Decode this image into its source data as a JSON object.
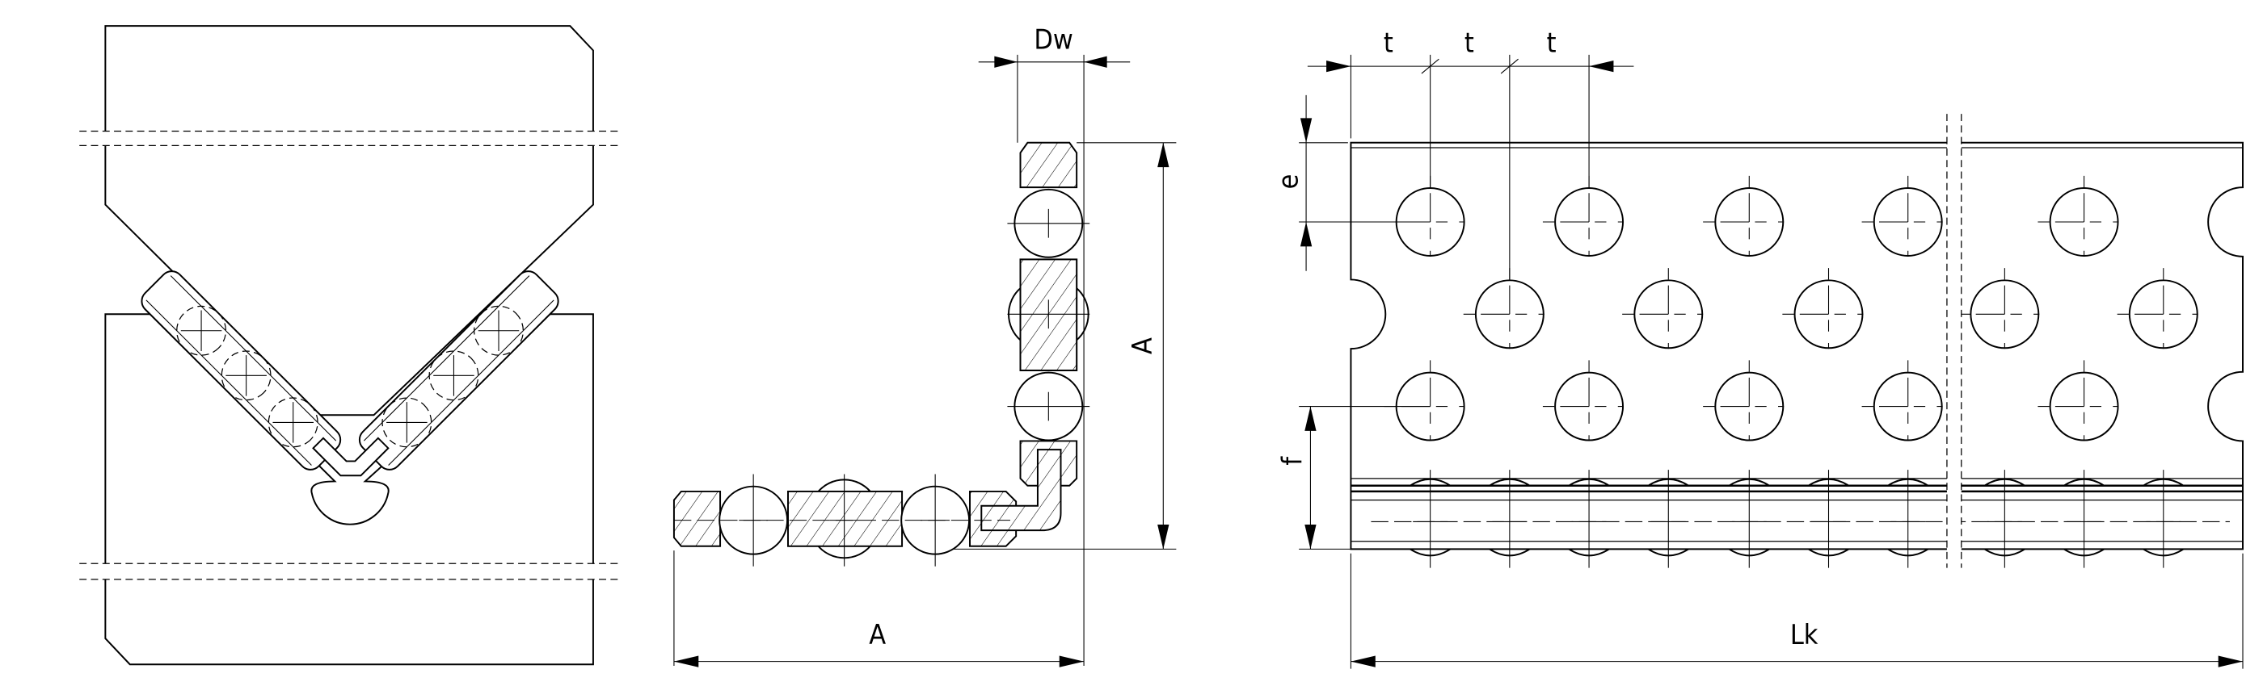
{
  "title": "Cross-roller cage technical drawing",
  "dimensions": {
    "roller_diameter": "Dw",
    "a_vertical": "A",
    "a_horizontal": "A",
    "pitch": [
      "t",
      "t",
      "t"
    ],
    "edge_distance": "e",
    "bottom_distance": "f",
    "cage_length": "Lk"
  },
  "colors": {
    "line": "#000000",
    "background": "#ffffff"
  }
}
